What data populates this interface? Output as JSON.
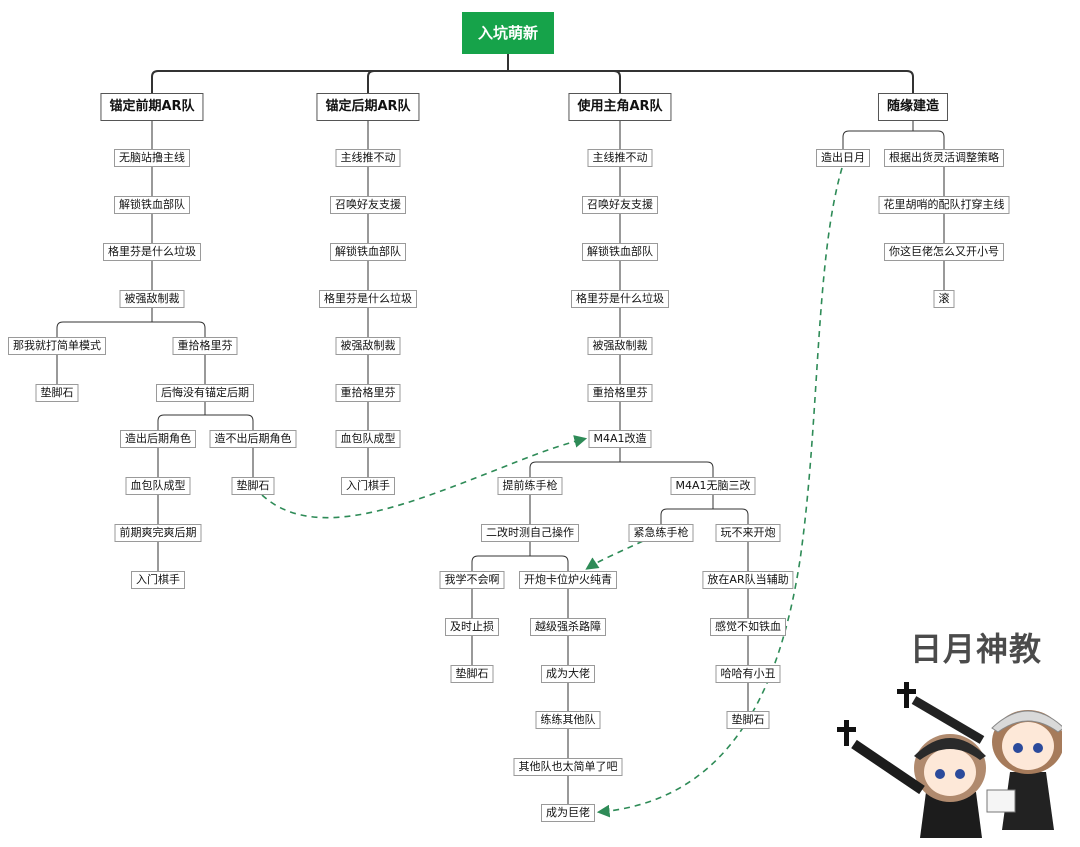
{
  "diagram": {
    "title": "日月神教",
    "root": "入坑萌新",
    "nodes": {
      "b1": "锚定前期AR队",
      "b2": "锚定后期AR队",
      "b3": "使用主角AR队",
      "b4": "随缘建造",
      "a1": "无脑站撸主线",
      "a2": "解锁铁血部队",
      "a3": "格里芬是什么垃圾",
      "a4": "被强敌制裁",
      "a5": "那我就打简单模式",
      "a6": "垫脚石",
      "a7": "重拾格里芬",
      "a8": "后悔没有锚定后期",
      "a9": "造出后期角色",
      "a10": "造不出后期角色",
      "a11": "血包队成型",
      "a12": "前期爽完爽后期",
      "a13": "入门棋手",
      "a14": "垫脚石",
      "c1": "主线推不动",
      "c2": "召唤好友支援",
      "c3": "解锁铁血部队",
      "c4": "格里芬是什么垃圾",
      "c5": "被强敌制裁",
      "c6": "重拾格里芬",
      "c7": "血包队成型",
      "c8": "入门棋手",
      "d1": "主线推不动",
      "d2": "召唤好友支援",
      "d3": "解锁铁血部队",
      "d4": "格里芬是什么垃圾",
      "d5": "被强敌制裁",
      "d6": "重拾格里芬",
      "d7": "M4A1改造",
      "d8": "提前练手枪",
      "d9": "M4A1无脑三改",
      "d10": "二改时测自己操作",
      "d11": "我学不会啊",
      "d12": "开炮卡位炉火纯青",
      "d13": "及时止损",
      "d14": "垫脚石",
      "d15": "越级强杀路障",
      "d16": "成为大佬",
      "d17": "练练其他队",
      "d18": "其他队也太简单了吧",
      "d19": "成为巨佬",
      "d20": "紧急练手枪",
      "d21": "玩不来开炮",
      "d22": "放在AR队当辅助",
      "d23": "感觉不如铁血",
      "d24": "哈哈有小丑",
      "d25": "垫脚石",
      "e1": "造出日月",
      "e2": "根据出货灵活调整策略",
      "e3": "花里胡哨的配队打穿主线",
      "e4": "你这巨佬怎么又开小号",
      "e5": "滚"
    },
    "colors": {
      "root_fill": "#16a34a",
      "line": "#333333",
      "dashed_link": "#2e8b57"
    }
  }
}
